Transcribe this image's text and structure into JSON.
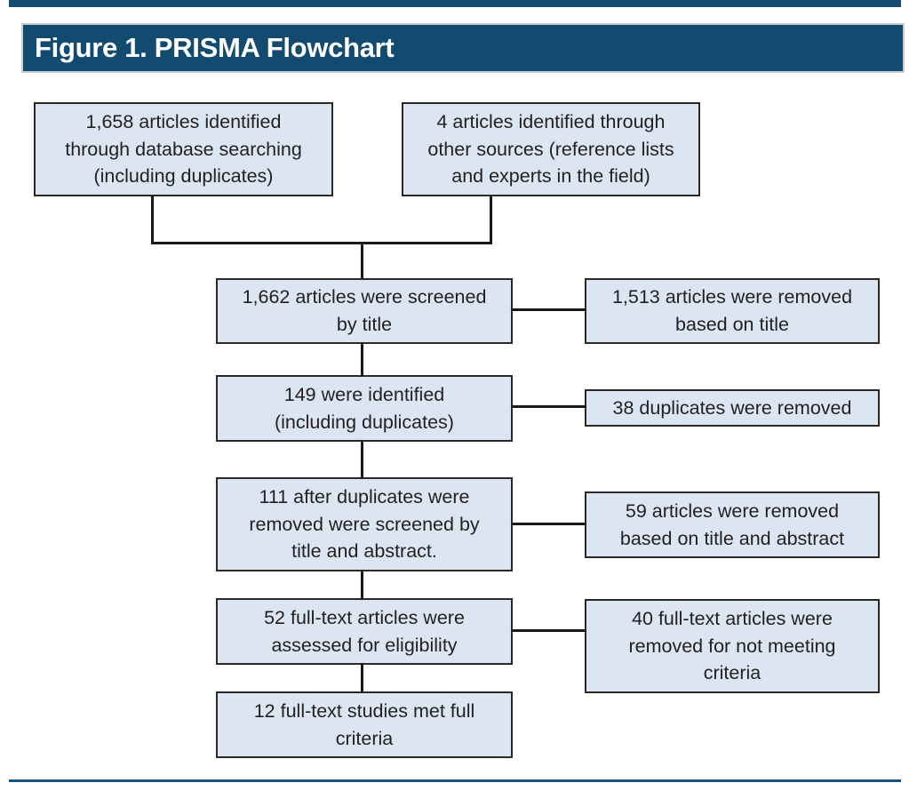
{
  "figure": {
    "title": "Figure 1. PRISMA Flowchart"
  },
  "colors": {
    "header_bg": "#134B70",
    "header_text": "#FFFFFF",
    "box_fill": "#DCE6F3",
    "box_border": "#2B2826",
    "connector": "#1A1A1A",
    "top_rule": "#134B70",
    "bottom_rule": "#19527C"
  },
  "flowchart": {
    "boxes": [
      {
        "id": "identified-database",
        "text": "1,658 articles identified\nthrough database searching\n(including duplicates)"
      },
      {
        "id": "identified-other-sources",
        "text": "4 articles identified through\nother sources (reference lists\nand experts in the field)"
      },
      {
        "id": "screened-by-title",
        "text": "1,662 articles were screened\nby title"
      },
      {
        "id": "removed-by-title",
        "text": "1,513 articles were removed\nbased on title"
      },
      {
        "id": "identified-including-duplicates",
        "text": "149 were identified\n(including duplicates)"
      },
      {
        "id": "duplicates-removed",
        "text": "38 duplicates were removed"
      },
      {
        "id": "screened-title-abstract",
        "text": "111 after duplicates were\nremoved were screened by\ntitle and abstract."
      },
      {
        "id": "removed-title-abstract",
        "text": "59 articles were removed\nbased on title and abstract"
      },
      {
        "id": "assessed-eligibility",
        "text": "52 full-text articles were\nassessed for eligibility"
      },
      {
        "id": "removed-not-meeting-criteria",
        "text": "40 full-text articles were\nremoved for not meeting\ncriteria"
      },
      {
        "id": "met-full-criteria",
        "text": "12 full-text studies met full\ncriteria"
      }
    ]
  }
}
